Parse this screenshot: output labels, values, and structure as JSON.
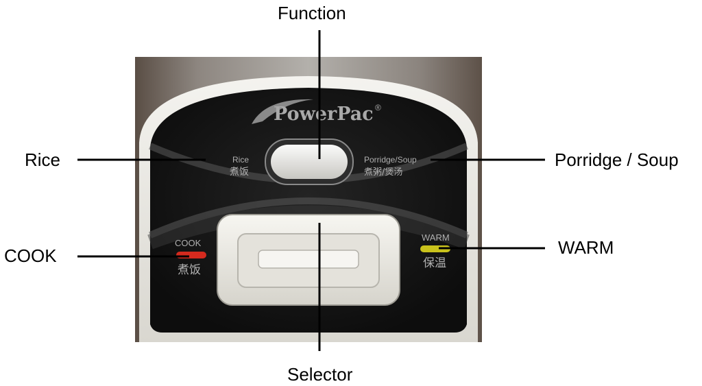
{
  "callouts": {
    "function": "Function",
    "rice": "Rice",
    "porridge_soup": "Porridge / Soup",
    "cook": "COOK",
    "warm": "WARM",
    "selector": "Selector"
  },
  "panel": {
    "brand": "PowerPac",
    "registered": "®",
    "rice_label": "Rice",
    "rice_label_cn": "煮饭",
    "porridge_label": "Porridge/Soup",
    "porridge_label_cn": "煮粥/煲汤",
    "cook_label": "COOK",
    "cook_label_cn": "煮饭",
    "warm_label": "WARM",
    "warm_label_cn": "保温"
  },
  "colors": {
    "cook_light": "#d42a1e",
    "warm_light": "#c9c21c",
    "panel_black": "#151515",
    "bezel_white": "#ecebe6",
    "steel": "#a09e99"
  }
}
